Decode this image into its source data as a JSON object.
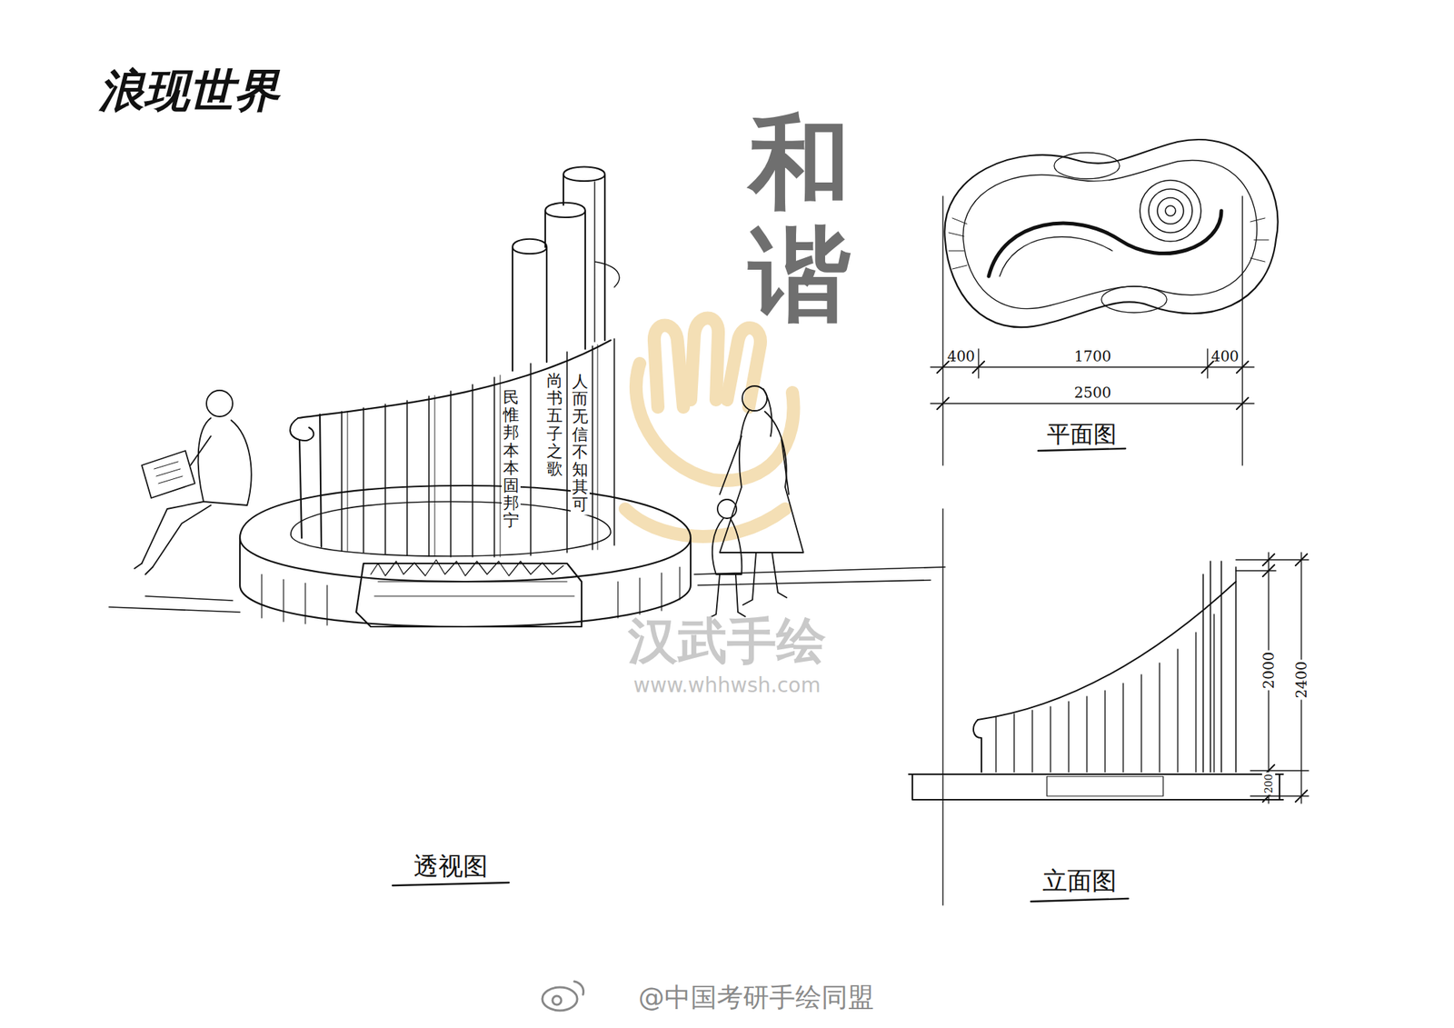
{
  "diagram": {
    "title": "和谐",
    "labels": [
      "浪现世界",
      "400",
      "1700",
      "400",
      "2500",
      "平面图",
      "2000",
      "2400",
      "200",
      "立面图",
      "透视图",
      "民惟邦本本固邦宁",
      "尚书五子之歌",
      "人而无信不知其可",
      "汉武手绘",
      "www.whhwsh.com",
      "@中国考研手绘同盟"
    ]
  }
}
